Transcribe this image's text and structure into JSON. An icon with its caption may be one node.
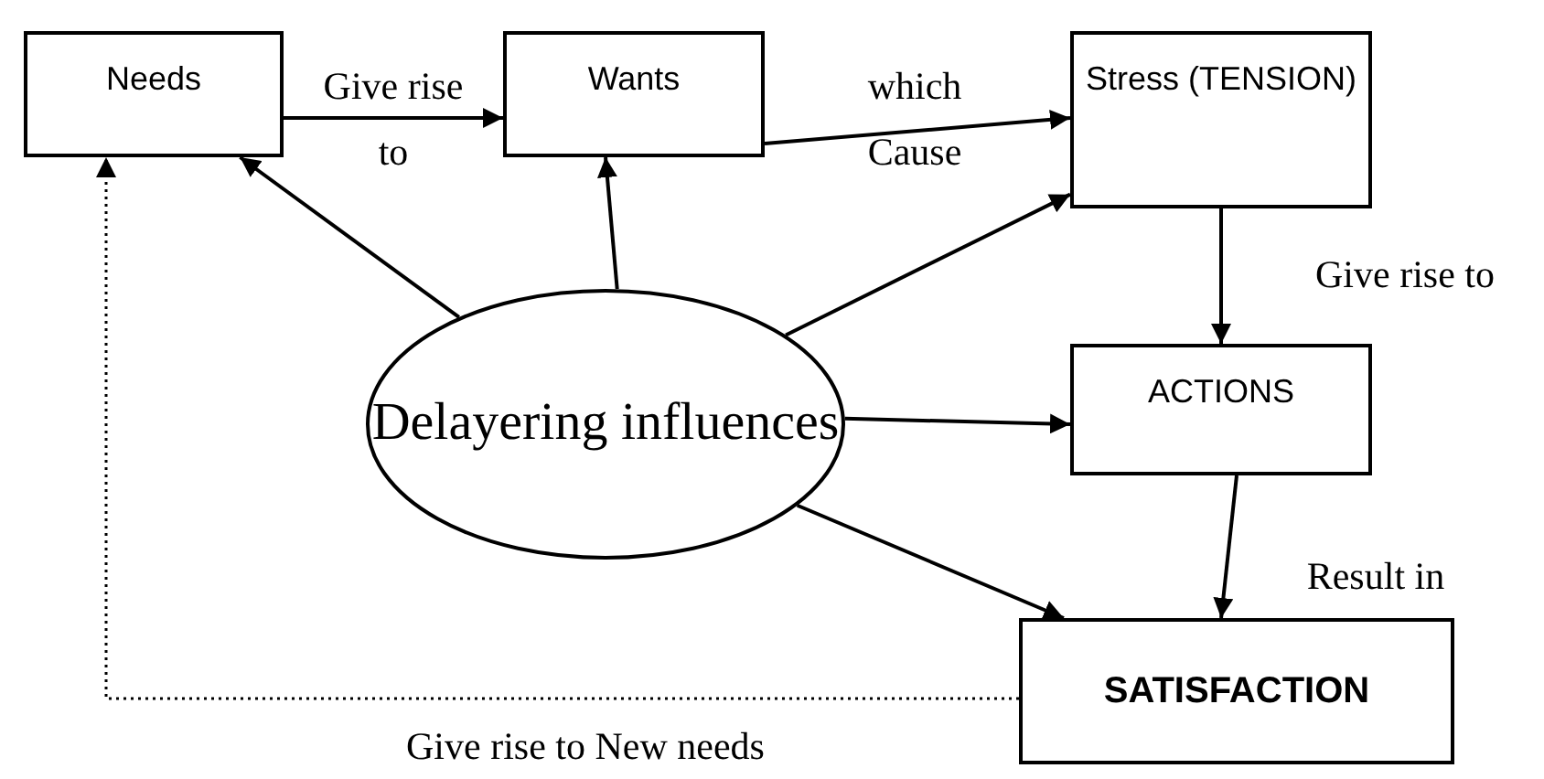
{
  "diagram": {
    "nodes": [
      {
        "text": [
          "Needs"
        ]
      },
      {
        "text": [
          "Wants"
        ]
      },
      {
        "text": [
          "Stress (TENSION)"
        ]
      },
      {
        "text": [
          "Delayering influences"
        ]
      },
      {
        "text": [
          "ACTIONS"
        ]
      },
      {
        "text": [
          "SATISFACTION"
        ]
      }
    ],
    "edges": [
      {
        "from": 0,
        "to": 1,
        "arrow": "to",
        "label": "Give rise to"
      },
      {
        "from": 1,
        "to": 2,
        "arrow": "to",
        "label": "which Cause"
      },
      {
        "from": 2,
        "to": 4,
        "arrow": "to",
        "label": "Give rise to"
      },
      {
        "from": 4,
        "to": 5,
        "arrow": "to",
        "label": "Result in"
      },
      {
        "from": 5,
        "to": 0,
        "arrow": "to",
        "label": "Give rise to New needs",
        "style": "dashed"
      },
      {
        "from": 3,
        "to": 0,
        "arrow": "to"
      },
      {
        "from": 3,
        "to": 1,
        "arrow": "to"
      },
      {
        "from": 3,
        "to": 2,
        "arrow": "to"
      },
      {
        "from": 3,
        "to": 4,
        "arrow": "to"
      },
      {
        "from": 3,
        "to": 5,
        "arrow": "to"
      }
    ]
  }
}
